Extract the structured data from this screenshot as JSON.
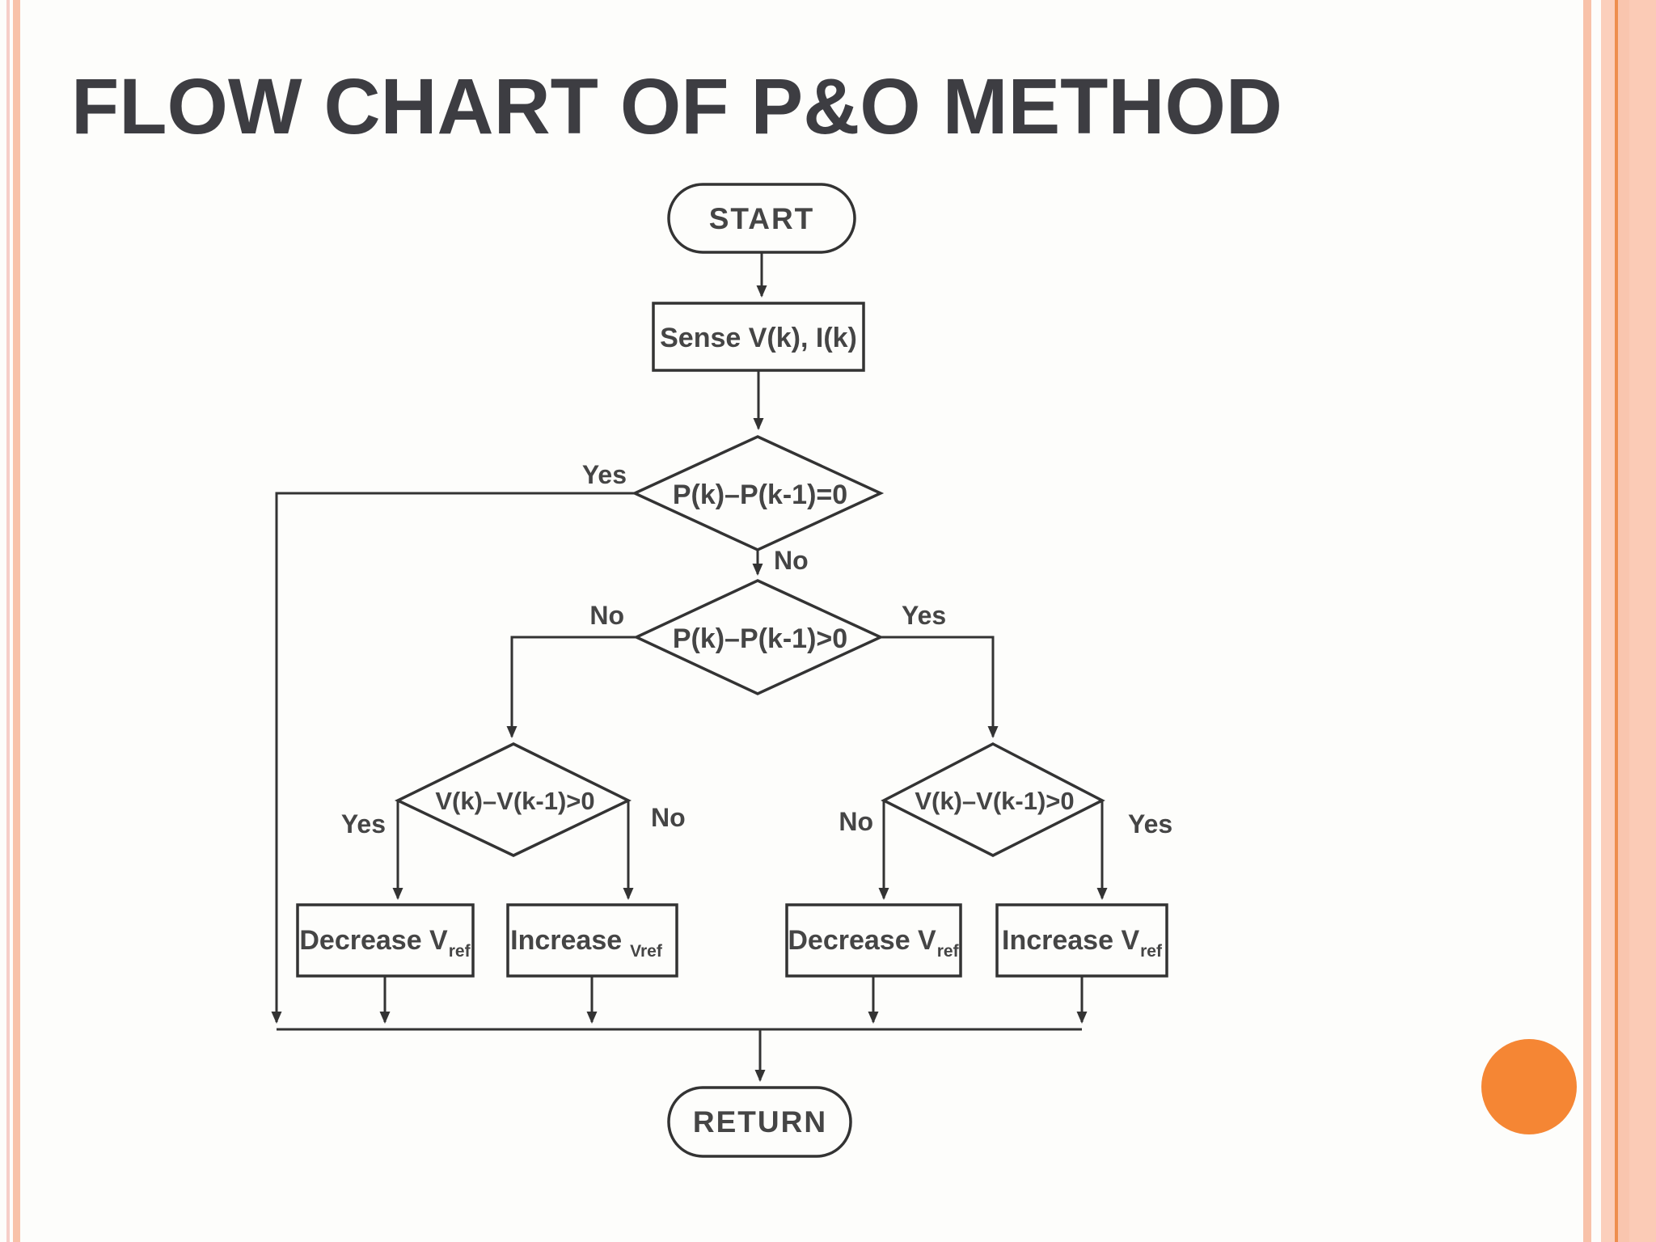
{
  "slide": {
    "title": "FLOW CHART OF P&O METHOD"
  },
  "flowchart": {
    "start": "START",
    "sense": "Sense V(k), I(k)",
    "decision_power_zero": "P(k)–P(k-1)=0",
    "decision_power_positive": "P(k)–P(k-1)>0",
    "decision_voltage_left": "V(k)–V(k-1)>0",
    "decision_voltage_right": "V(k)–V(k-1)>0",
    "box_decrease_left": {
      "main": "Decrease V",
      "sub": "ref"
    },
    "box_increase_left": {
      "main": "Increase",
      "sub": "Vref"
    },
    "box_decrease_right": {
      "main": "Decrease V",
      "sub": "ref"
    },
    "box_increase_right": {
      "main": "Increase V",
      "sub": "ref"
    },
    "return": "RETURN",
    "labels": {
      "d1_yes": "Yes",
      "d1_no": "No",
      "d2_no": "No",
      "d2_yes": "Yes",
      "dvl_yes": "Yes",
      "dvl_no": "No",
      "dvr_no": "No",
      "dvr_yes": "Yes"
    }
  },
  "colors": {
    "accent_circle": "#f58634",
    "stripe_light": "#f6cec8",
    "stripe_salmon": "#f8c2a9",
    "band_dark_line": "#ee8e4e",
    "line": "#333333",
    "text": "#454545",
    "title_color": "#3d3d42"
  }
}
